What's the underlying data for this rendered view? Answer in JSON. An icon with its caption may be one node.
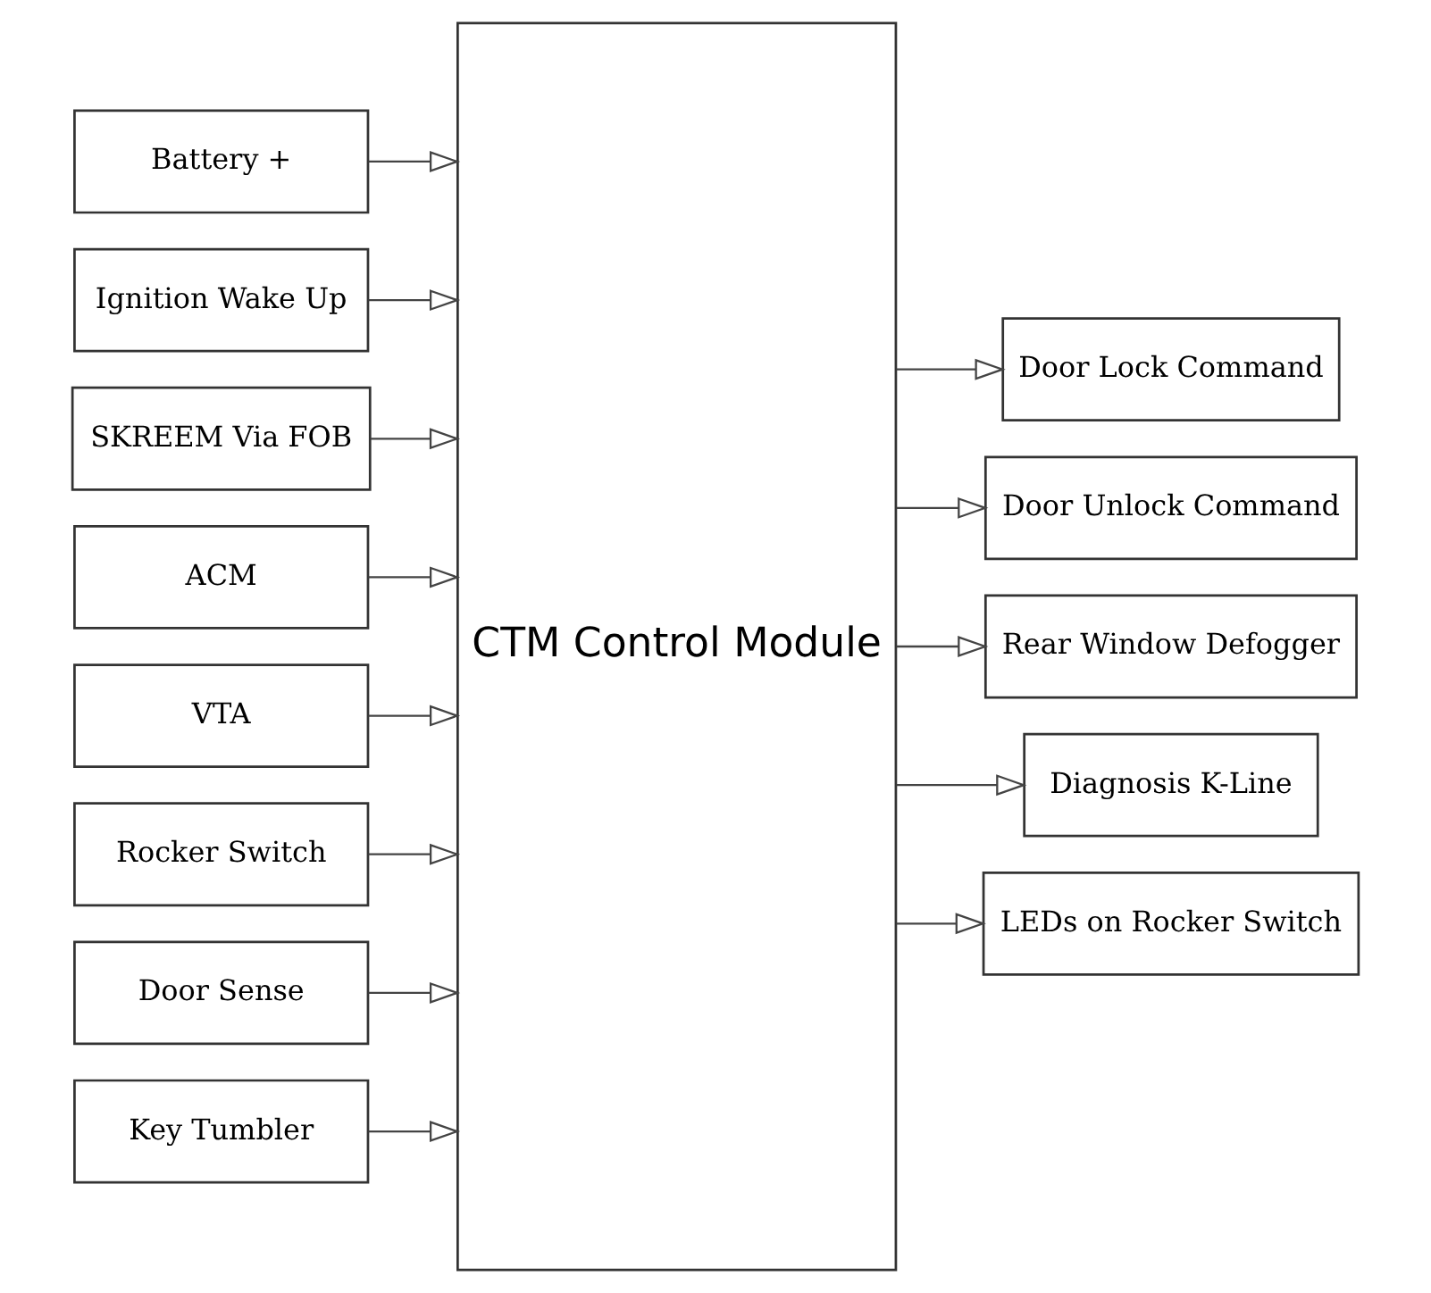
{
  "diagram": {
    "nodes": [
      {
        "text": [
          "Battery +"
        ]
      },
      {
        "text": [
          "Ignition Wake Up"
        ]
      },
      {
        "text": [
          "SKREEM Via FOB"
        ]
      },
      {
        "text": [
          "ACM"
        ]
      },
      {
        "text": [
          "VTA"
        ]
      },
      {
        "text": [
          "Rocker Switch"
        ]
      },
      {
        "text": [
          "Door Sense"
        ]
      },
      {
        "text": [
          "Key Tumbler"
        ]
      },
      {
        "text": [
          "CTM Control Module"
        ]
      },
      {
        "text": [
          "Door Lock Command"
        ]
      },
      {
        "text": [
          "Door Unlock Command"
        ]
      },
      {
        "text": [
          "Rear Window Defogger"
        ]
      },
      {
        "text": [
          "Diagnosis K-Line"
        ]
      },
      {
        "text": [
          "LEDs on Rocker Switch"
        ]
      }
    ],
    "edges": [
      {
        "from": 0,
        "to": 8,
        "arrow": "to"
      },
      {
        "from": 1,
        "to": 8,
        "arrow": "to"
      },
      {
        "from": 2,
        "to": 8,
        "arrow": "to"
      },
      {
        "from": 3,
        "to": 8,
        "arrow": "to"
      },
      {
        "from": 4,
        "to": 8,
        "arrow": "to"
      },
      {
        "from": 5,
        "to": 8,
        "arrow": "to"
      },
      {
        "from": 6,
        "to": 8,
        "arrow": "to"
      },
      {
        "from": 7,
        "to": 8,
        "arrow": "to"
      },
      {
        "from": 8,
        "to": 9,
        "arrow": "to"
      },
      {
        "from": 8,
        "to": 10,
        "arrow": "to"
      },
      {
        "from": 8,
        "to": 11,
        "arrow": "to"
      },
      {
        "from": 8,
        "to": 12,
        "arrow": "to"
      },
      {
        "from": 8,
        "to": 13,
        "arrow": "to"
      }
    ]
  }
}
